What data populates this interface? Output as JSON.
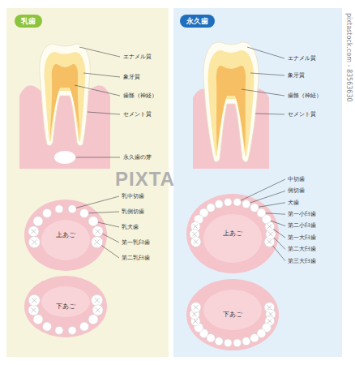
{
  "diagram": {
    "nodes": [
      {
        "text": [
          "乳歯"
        ]
      },
      {
        "text": [
          "上あご"
        ]
      },
      {
        "text": [
          "下あご"
        ]
      },
      {
        "text": [
          "永久歯"
        ]
      },
      {
        "text": [
          "上あご"
        ]
      },
      {
        "text": [
          "下あご"
        ]
      }
    ],
    "labels": [
      "エナメル質",
      "象牙質",
      "歯髄（神経）",
      "セメント質",
      "永久歯の芽",
      "乳中切歯",
      "乳側切歯",
      "乳犬歯",
      "第一乳臼歯",
      "第二乳臼歯",
      "エナメル質",
      "象牙質",
      "歯髄（神経）",
      "セメント質",
      "中切歯",
      "側切歯",
      "犬歯",
      "第一小臼歯",
      "第二小臼歯",
      "第一大臼歯",
      "第二大臼歯",
      "第三大臼歯",
      "PIXTA",
      "pixtastock.com - 83563630"
    ]
  }
}
